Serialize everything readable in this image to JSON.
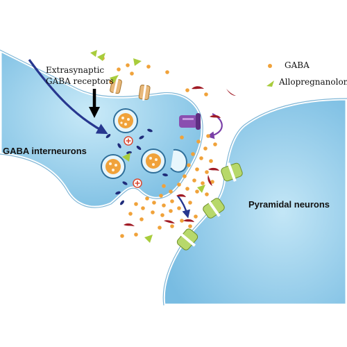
{
  "labels": {
    "extrasynaptic_line1": "Extrasynaptic",
    "extrasynaptic_line2": "GABA receptors",
    "gaba_interneurons": "GABA interneurons",
    "pyramidal_neurons": "Pyramidal neurons"
  },
  "legend": {
    "items": [
      {
        "label": "GABA",
        "icon": "gaba-dot-icon",
        "color": "#f0a23a"
      },
      {
        "label": "Allopregnanolone",
        "icon": "allopregnanolone-leaf-icon",
        "color": "#a8cc3c"
      }
    ]
  },
  "colors": {
    "neuron_fill": "#9fd3ee",
    "neuron_edge": "#ffffff",
    "neuron_outline": "#7fb6d6",
    "gaba": "#f0a23a",
    "allopregnanolone": "#a8cc3c",
    "vesicle_fill": "#e8f6fc",
    "receptor_green": "#b7d86a",
    "receptor_tan": "#e8b87a",
    "transporter_purple": "#8a4fb0",
    "arrow_navy": "#27378f",
    "arrow_purple": "#7a3fa8",
    "dark_red": "#a01a24",
    "dark_blue": "#1f2c7a"
  }
}
